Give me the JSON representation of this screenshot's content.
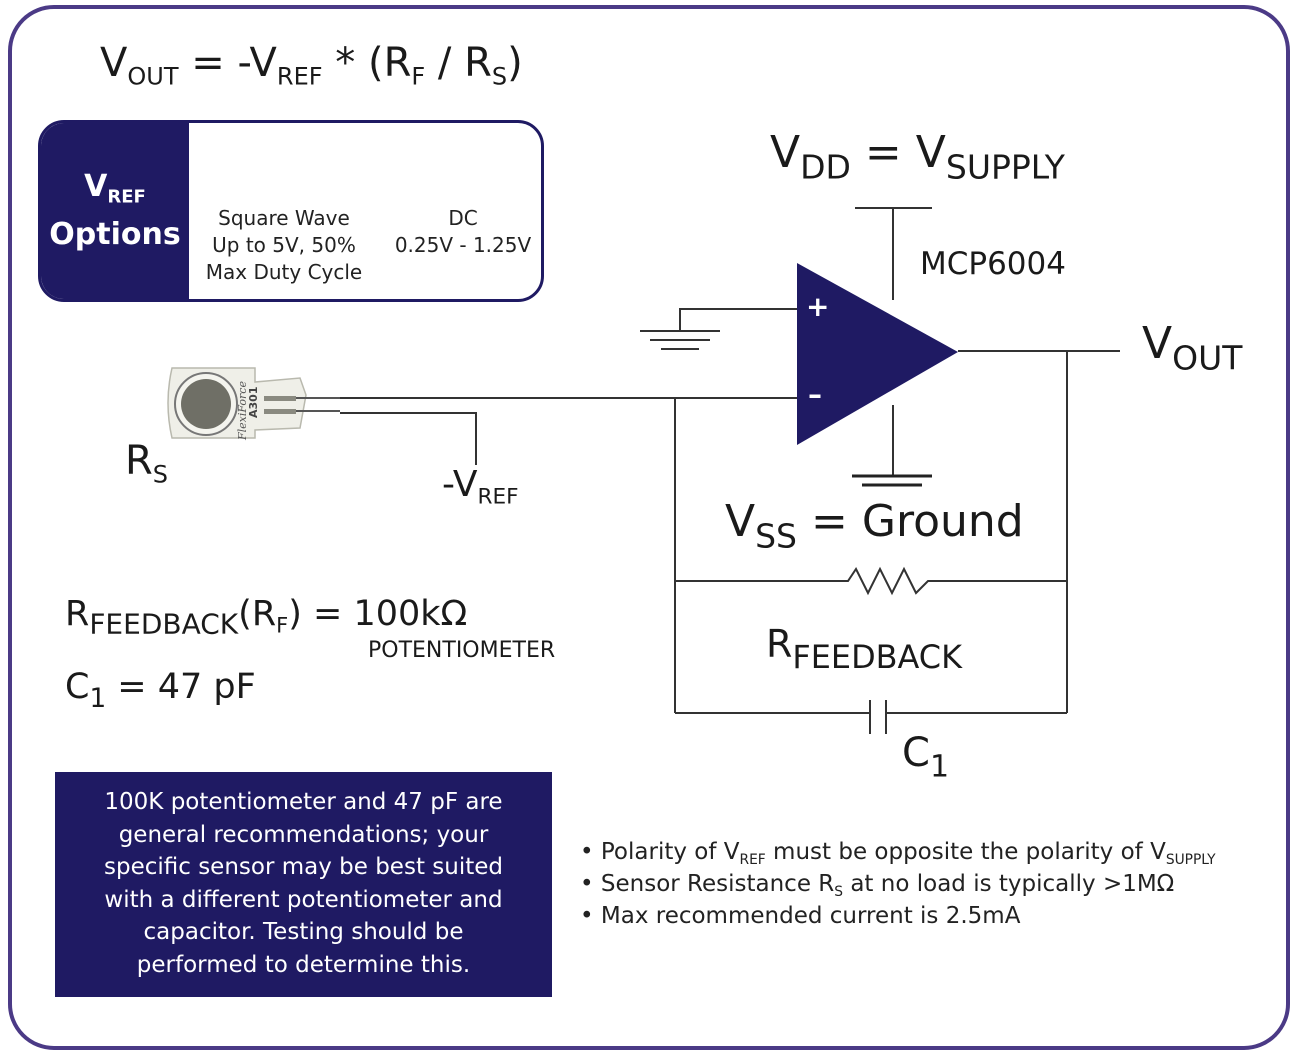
{
  "formula": {
    "v": "V",
    "out": "OUT",
    "mid": " = -V",
    "ref": "REF",
    "op": " * (R",
    "f": "F",
    "slash": " / R",
    "s": "S",
    "close": ")"
  },
  "vref_options": {
    "tab_v": "V",
    "tab_ref": "REF",
    "tab_options": "Options",
    "square": {
      "line1": "Square Wave",
      "line2": "Up to 5V, 50%",
      "line3": "Max Duty Cycle"
    },
    "dc": {
      "line1": "DC",
      "line2": "0.25V - 1.25V"
    }
  },
  "vdd_label": {
    "v": "V",
    "dd": "DD",
    "mid": " = V",
    "supply": "SUPPLY"
  },
  "chip_label": "MCP6004",
  "plus_sign": "+",
  "minus_sign": "–",
  "vout_label": {
    "v": "V",
    "out": "OUT"
  },
  "rs_label": {
    "r": "R",
    "s": "S"
  },
  "neg_vref_label": {
    "v": "-V",
    "ref": "REF"
  },
  "vss_label": {
    "v": "V",
    "ss": "SS",
    "rest": " = Ground"
  },
  "rfeedback_label": {
    "r": "R",
    "sub": "FEEDBACK"
  },
  "c1_label": {
    "c": "C",
    "sub": "1"
  },
  "specs": {
    "rf_r": "R",
    "rf_sub": "FEEDBACK",
    "rf_paren": "(R",
    "rf_f": "F",
    "rf_val": ") = 100kΩ",
    "pot": "POTENTIOMETER",
    "c1_c": "C",
    "c1_sub": "1",
    "c1_val": " = 47 pF"
  },
  "sensor_text": {
    "brand": "FlexiForce",
    "model": "A301"
  },
  "note": "100K potentiometer and 47 pF are general recommendations; your specific sensor may be best suited with a different potentiometer and capacitor. Testing should be performed to determine this.",
  "bullets": {
    "b1": {
      "a": "• Polarity of V",
      "sub1": "REF",
      "b": " must be opposite the polarity of V",
      "sub2": "SUPPLY"
    },
    "b2": {
      "a": "• Sensor Resistance R",
      "sub": "S",
      "b": " at no load is typically >1MΩ"
    },
    "b3": "• Max recommended current is 2.5mA"
  },
  "colors": {
    "navy": "#1f1a63",
    "frame": "#4b3a86"
  }
}
